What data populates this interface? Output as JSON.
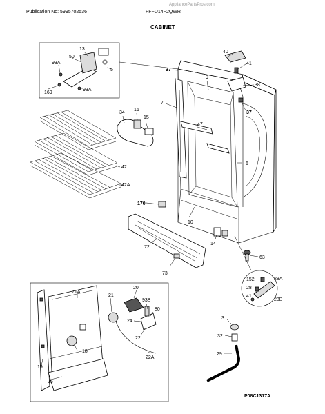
{
  "header": {
    "publication": "Publication No: 5995702536",
    "model": "FFFU14F2QWR",
    "watermark": "AppliancePartsPros.com",
    "section": "CABINET"
  },
  "footer": {
    "figure_code": "P08C1317A"
  },
  "callouts": {
    "c3": "3",
    "c5": "5",
    "c6": "6",
    "c7": "7",
    "c9": "9",
    "c10": "10",
    "c13": "13",
    "c14": "14",
    "c15": "15",
    "c16": "16",
    "c18": "18",
    "c19": "19",
    "c20": "20",
    "c21": "21",
    "c22": "22",
    "c22a": "22A",
    "c24": "24",
    "c25": "25",
    "c28": "28",
    "c28a": "28A",
    "c28b": "28B",
    "c29": "29",
    "c32": "32",
    "c34": "34",
    "c37a": "37",
    "c37b": "37",
    "c38": "38",
    "c40": "40",
    "c41a": "41",
    "c41b": "41",
    "c42": "42",
    "c42a": "42A",
    "c47": "47",
    "c50": "50",
    "c63": "63",
    "c71a": "71A",
    "c72": "72",
    "c73": "73",
    "c80": "80",
    "c93a1": "93A",
    "c93a2": "93A",
    "c93b": "93B",
    "c152": "152",
    "c169": "169",
    "c170": "170"
  }
}
